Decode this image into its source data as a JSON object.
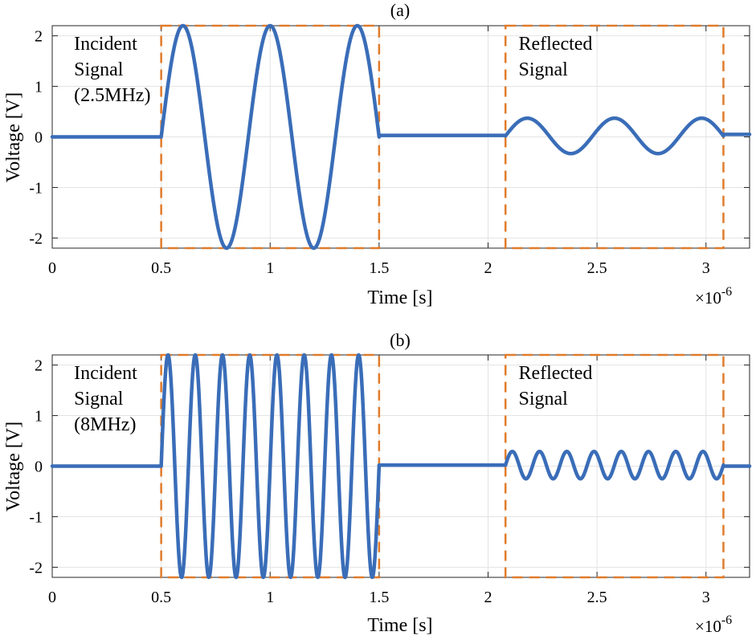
{
  "colors": {
    "signal": "#3A6DB8",
    "box": "#E07B2A",
    "grid": "#E3E3E3",
    "axis": "#262626"
  },
  "chart_data": [
    {
      "type": "line",
      "title": "(a)",
      "xlabel": "Time [s]",
      "ylabel": "Voltage [V]",
      "x_exponent_label": "×10",
      "x_exponent_power": "-6",
      "xlim": [
        0,
        3.2
      ],
      "ylim": [
        -2.2,
        2.2
      ],
      "x_ticks": [
        0,
        0.5,
        1,
        1.5,
        2,
        2.5,
        3
      ],
      "x_tick_labels": [
        "0",
        "0.5",
        "1",
        "1.5",
        "2",
        "2.5",
        "3"
      ],
      "y_ticks": [
        -2,
        -1,
        0,
        1,
        2
      ],
      "y_tick_labels": [
        "-2",
        "-1",
        "0",
        "1",
        "2"
      ],
      "grid": true,
      "series": [
        {
          "segments": [
            {
              "kind": "flat",
              "x_start": 0,
              "x_end": 0.5,
              "level": 0.0
            },
            {
              "kind": "sine",
              "x_start": 0.5,
              "x_end": 1.5,
              "frequency": 2.5,
              "amplitude": 2.2,
              "offset": 0.0
            },
            {
              "kind": "flat",
              "x_start": 1.5,
              "x_end": 2.08,
              "level": 0.03
            },
            {
              "kind": "sine",
              "x_start": 2.08,
              "x_end": 3.08,
              "frequency": 2.5,
              "amplitude": 0.35,
              "offset": 0.02
            },
            {
              "kind": "flat",
              "x_start": 3.08,
              "x_end": 3.2,
              "level": 0.05
            }
          ]
        }
      ],
      "boxes": [
        {
          "x": [
            0.5,
            1.5
          ],
          "y": [
            -2.2,
            2.2
          ]
        },
        {
          "x": [
            2.08,
            3.08
          ],
          "y": [
            -2.2,
            2.2
          ]
        }
      ],
      "annotations": [
        {
          "lines": [
            "Incident",
            "Signal",
            "(2.5MHz)"
          ],
          "x": 0.1,
          "y": 1.72
        },
        {
          "lines": [
            "Reflected",
            "Signal"
          ],
          "x": 2.14,
          "y": 1.72
        }
      ]
    },
    {
      "type": "line",
      "title": "(b)",
      "xlabel": "Time [s]",
      "ylabel": "Voltage [V]",
      "x_exponent_label": "×10",
      "x_exponent_power": "-6",
      "xlim": [
        0,
        3.2
      ],
      "ylim": [
        -2.2,
        2.2
      ],
      "x_ticks": [
        0,
        0.5,
        1,
        1.5,
        2,
        2.5,
        3
      ],
      "x_tick_labels": [
        "0",
        "0.5",
        "1",
        "1.5",
        "2",
        "2.5",
        "3"
      ],
      "y_ticks": [
        -2,
        -1,
        0,
        1,
        2
      ],
      "y_tick_labels": [
        "-2",
        "-1",
        "0",
        "1",
        "2"
      ],
      "grid": true,
      "series": [
        {
          "segments": [
            {
              "kind": "flat",
              "x_start": 0,
              "x_end": 0.5,
              "level": 0.0
            },
            {
              "kind": "sine",
              "x_start": 0.5,
              "x_end": 1.5,
              "frequency": 8,
              "amplitude": 2.2,
              "offset": 0.0
            },
            {
              "kind": "flat",
              "x_start": 1.5,
              "x_end": 2.08,
              "level": 0.02
            },
            {
              "kind": "sine",
              "x_start": 2.08,
              "x_end": 3.08,
              "frequency": 8,
              "amplitude": 0.27,
              "offset": 0.02
            },
            {
              "kind": "flat",
              "x_start": 3.08,
              "x_end": 3.2,
              "level": 0.0
            }
          ]
        }
      ],
      "boxes": [
        {
          "x": [
            0.5,
            1.5
          ],
          "y": [
            -2.2,
            2.2
          ]
        },
        {
          "x": [
            2.08,
            3.08
          ],
          "y": [
            -2.2,
            2.2
          ]
        }
      ],
      "annotations": [
        {
          "lines": [
            "Incident",
            "Signal",
            "(8MHz)"
          ],
          "x": 0.1,
          "y": 1.72
        },
        {
          "lines": [
            "Reflected",
            "Signal"
          ],
          "x": 2.14,
          "y": 1.72
        }
      ]
    }
  ]
}
